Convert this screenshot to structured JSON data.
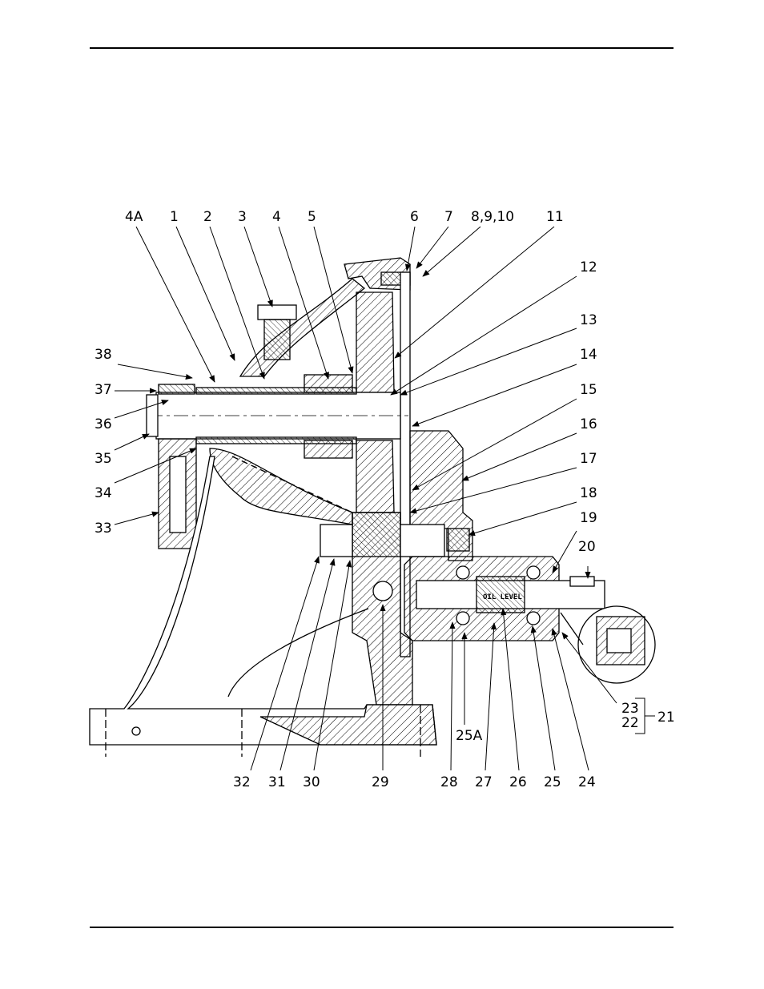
{
  "diagram": {
    "callouts_top": [
      "4A",
      "1",
      "2",
      "3",
      "4",
      "5",
      "6",
      "7",
      "8,9,10",
      "11"
    ],
    "callouts_right": [
      "12",
      "13",
      "14",
      "15",
      "16",
      "17",
      "18",
      "19",
      "20"
    ],
    "callouts_left": [
      "38",
      "37",
      "36",
      "35",
      "34",
      "33"
    ],
    "callouts_bottom": [
      "32",
      "31",
      "30",
      "29",
      "28",
      "27",
      "26",
      "25",
      "24"
    ],
    "callout_25a": "25A",
    "callout_23": "23",
    "callout_22": "22",
    "callout_21": "21",
    "oil_level_label": "OIL LEVEL"
  }
}
